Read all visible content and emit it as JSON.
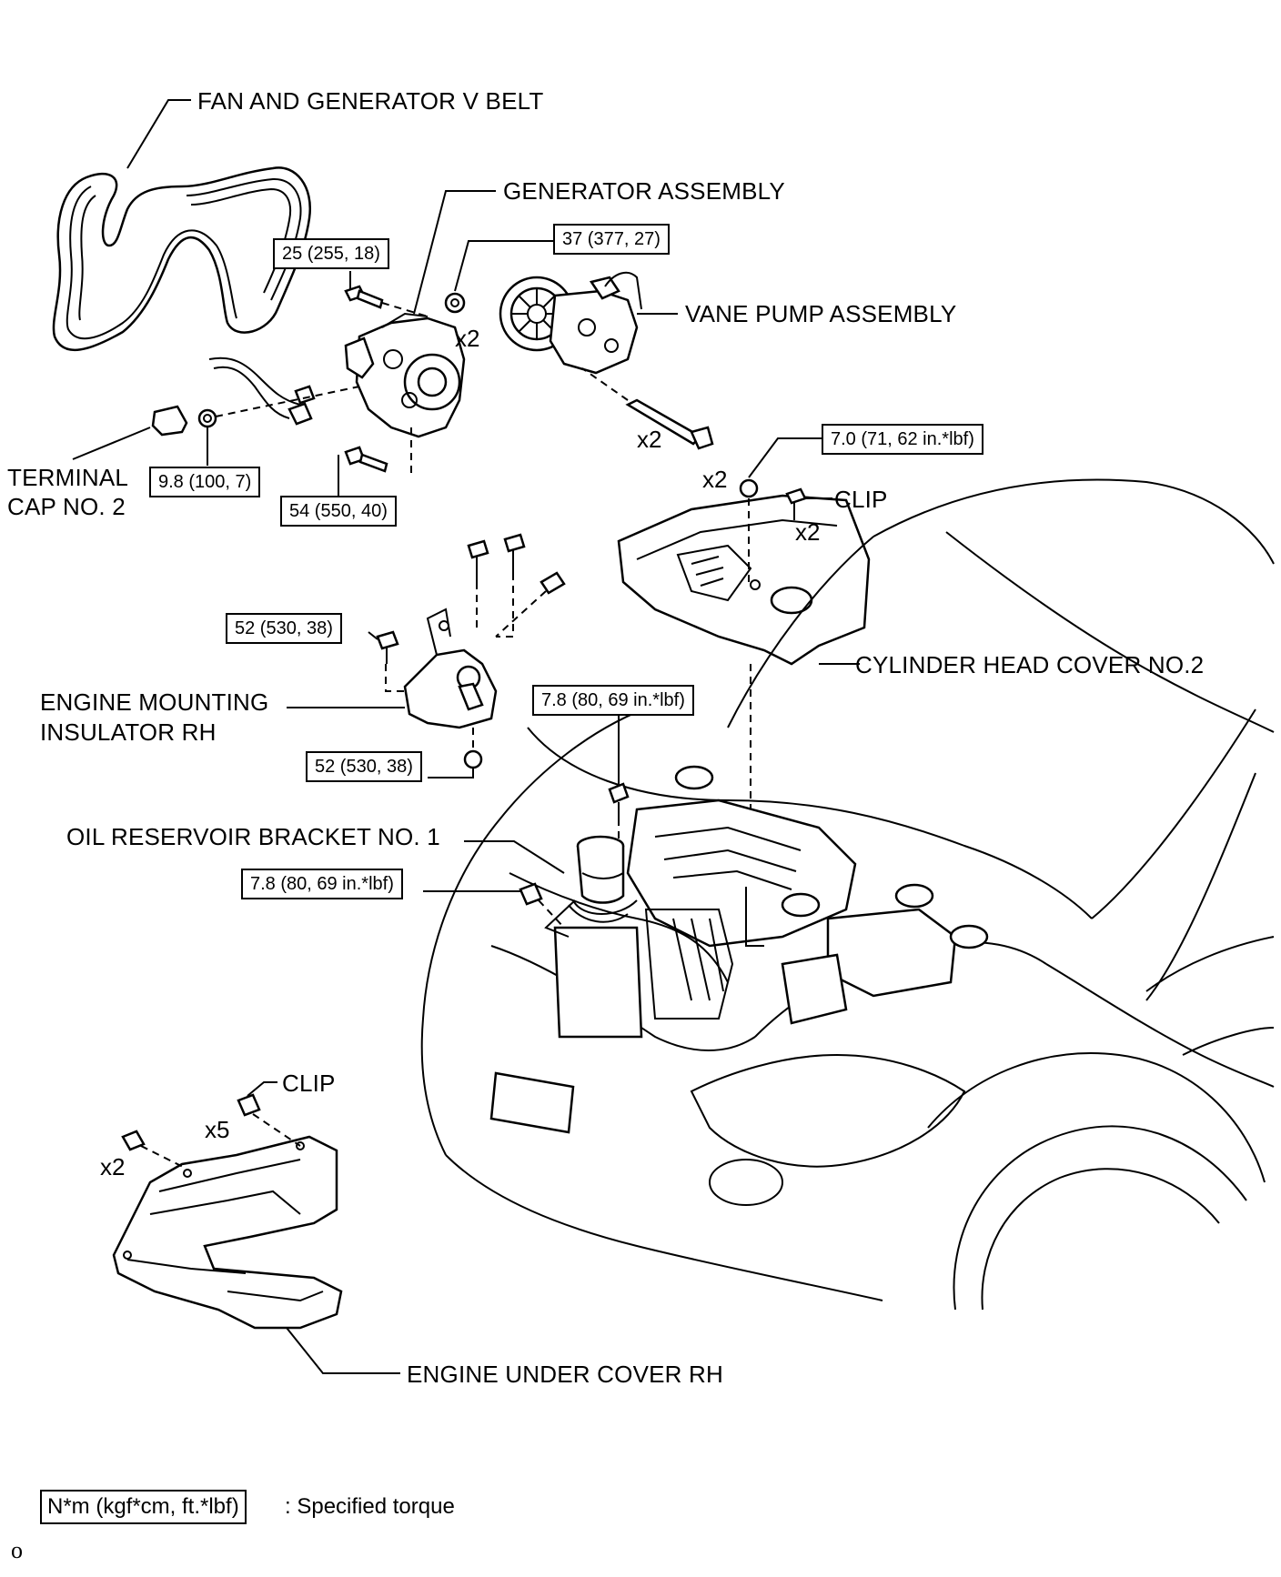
{
  "labels": {
    "fan_belt": "FAN AND GENERATOR V BELT",
    "generator": "GENERATOR ASSEMBLY",
    "vane_pump": "VANE PUMP ASSEMBLY",
    "terminal_cap_line1": "TERMINAL",
    "terminal_cap_line2": "CAP NO. 2",
    "clip_top": "CLIP",
    "cylinder_head_cover": "CYLINDER HEAD COVER NO.2",
    "engine_mount_line1": "ENGINE MOUNTING",
    "engine_mount_line2": "INSULATOR RH",
    "oil_bracket": "OIL RESERVOIR BRACKET NO. 1",
    "clip_bottom": "CLIP",
    "under_cover": "ENGINE UNDER COVER RH"
  },
  "torques": {
    "gen_upper": "25 (255, 18)",
    "pump_nut": "37 (377, 27)",
    "terminal_nut": "9.8 (100, 7)",
    "gen_lower": "54 (550, 40)",
    "cover_nut": "7.0 (71, 62 in.*lbf)",
    "mount_bolt": "52 (530, 38)",
    "mount_nut": "52 (530, 38)",
    "bracket_top": "7.8 (80, 69 in.*lbf)",
    "bracket_side": "7.8 (80, 69 in.*lbf)"
  },
  "quantities": {
    "pump_nut": "x2",
    "pump_bolt": "x2",
    "cover_nut": "x2",
    "cover_clip": "x2",
    "under_clip": "x5",
    "under_bolt": "x2"
  },
  "legend": {
    "box": "N*m (kgf*cm, ft.*lbf)",
    "text": ": Specified torque"
  },
  "footer": {
    "code": "o"
  }
}
